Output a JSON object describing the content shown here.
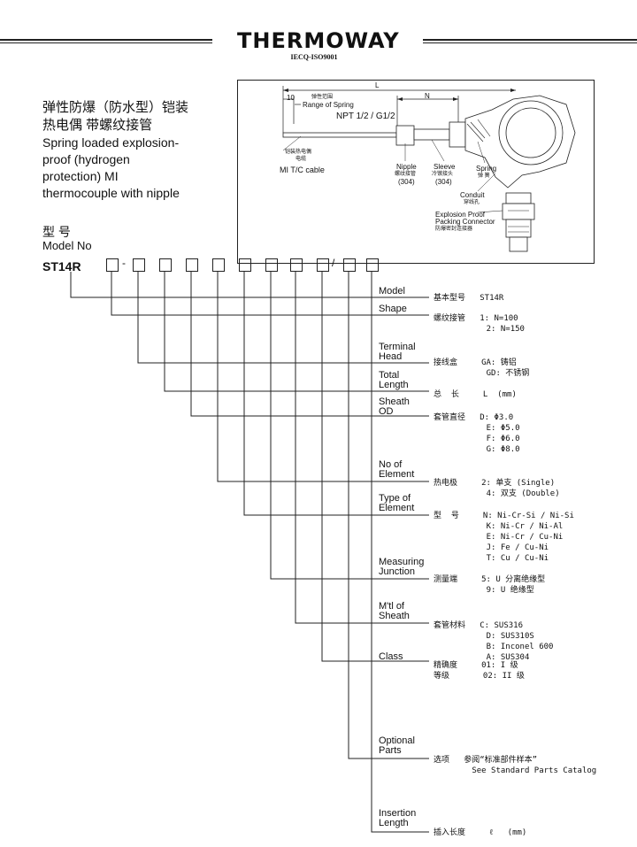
{
  "header": {
    "brand": "THERMOWAY",
    "certification": "IECQ-ISO9001"
  },
  "title": {
    "cn_line1": "弹性防爆（防水型）铠装",
    "cn_line2": "热电偶 带螺纹接管",
    "en_line1": "Spring loaded explosion-",
    "en_line2": "proof (hydrogen",
    "en_line3": "protection) MI",
    "en_line4": "thermocouple with nipple"
  },
  "diagram": {
    "dim_L": "L",
    "dim_N": "N",
    "dim_10": "10",
    "spring_range_cn": "弹性范围",
    "spring_range": "Range of Spring",
    "thread": "NPT 1/2 / G1/2",
    "mi_cable_cn1": "铠装热电偶",
    "mi_cable_cn2": "电缆",
    "mi_cable": "MI T/C cable",
    "nipple": "Nipple",
    "nipple_cn": "螺纹接管",
    "nipple_mat": "(304)",
    "sleeve": "Sleeve",
    "sleeve_cn": "冷镦接头",
    "sleeve_mat": "(304)",
    "spring": "Spring",
    "spring_cn": "弹 簧",
    "conduit": "Conduit",
    "conduit_cn": "穿线孔",
    "connector1": "Explosion Proof",
    "connector2": "Packing Connector",
    "connector_cn": "防爆密封连接器"
  },
  "model_section": {
    "heading_cn": "型  号",
    "heading_en": "Model No",
    "code": "ST14R",
    "dash": "-",
    "slash": "/"
  },
  "fields": [
    {
      "label1": "Model",
      "label2": "",
      "values": [
        "基本型号   ST14R"
      ]
    },
    {
      "label1": "Shape",
      "label2": "",
      "values": [
        "螺纹接管   1: N=100",
        "           2: N=150"
      ]
    },
    {
      "label1": "Terminal",
      "label2": "Head",
      "values": [
        "接线盒     GA: 铸铝",
        "           GD: 不锈钢"
      ]
    },
    {
      "label1": "Total",
      "label2": "Length",
      "values": [
        "总  长     L  (mm)"
      ]
    },
    {
      "label1": "Sheath",
      "label2": "OD",
      "values": [
        "套管直径   D: Φ3.0",
        "           E: Φ5.0",
        "           F: Φ6.0",
        "           G: Φ8.0"
      ]
    },
    {
      "label1": "No of",
      "label2": "Element",
      "values": [
        "热电极     2: 单支 (Single)",
        "           4: 双支 (Double)"
      ]
    },
    {
      "label1": "Type of",
      "label2": "Element",
      "values": [
        "型  号     N: Ni-Cr-Si / Ni-Si",
        "           K: Ni-Cr / Ni-Al",
        "           E: Ni-Cr / Cu-Ni",
        "           J: Fe / Cu-Ni",
        "           T: Cu / Cu-Ni"
      ]
    },
    {
      "label1": "Measuring",
      "label2": "Junction",
      "values": [
        "测量端     5: U 分离绝缘型",
        "           9: U 绝缘型"
      ]
    },
    {
      "label1": "M'tl of",
      "label2": "Sheath",
      "values": [
        "套管材料   C: SUS316",
        "           D: SUS310S",
        "           B: Inconel 600",
        "           A: SUS304"
      ]
    },
    {
      "label1": "Class",
      "label2": "",
      "values": [
        "精确度     01: I 级",
        "等级       02: II 级"
      ]
    },
    {
      "label1": "Optional",
      "label2": "Parts",
      "values": [
        "选项   参阅“标准部件样本”",
        "        See Standard Parts Catalog"
      ]
    },
    {
      "label1": "Insertion",
      "label2": "Length",
      "values": [
        "插入长度     ℓ   (mm)"
      ]
    }
  ]
}
